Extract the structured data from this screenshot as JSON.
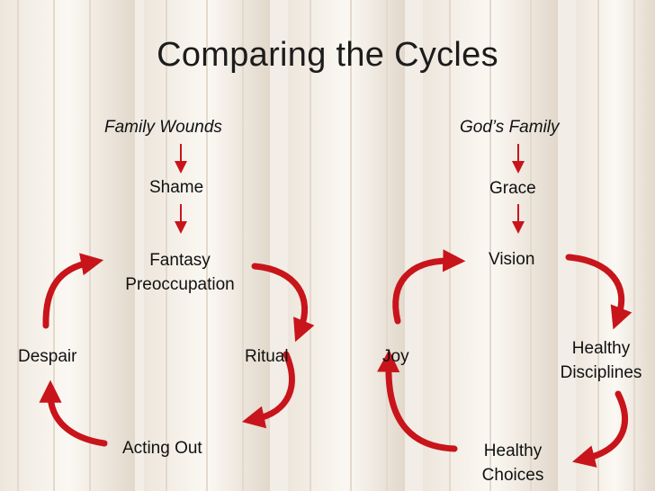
{
  "title": "Comparing the Cycles",
  "colors": {
    "arrow": "#c8141b",
    "arrow_shade": "#8d0a10",
    "text": "#111111",
    "background": "#f3efe9"
  },
  "left_cycle": {
    "heading": "Family Wounds",
    "step1": "Shame",
    "step2_line1": "Fantasy",
    "step2_line2": "Preoccupation",
    "ritual": "Ritual",
    "acting_out": "Acting Out",
    "despair": "Despair"
  },
  "right_cycle": {
    "heading": "God’s Family",
    "step1": "Grace",
    "step2": "Vision",
    "disciplines_line1": "Healthy",
    "disciplines_line2": "Disciplines",
    "choices_line1": "Healthy",
    "choices_line2": "Choices",
    "joy": "Joy"
  }
}
